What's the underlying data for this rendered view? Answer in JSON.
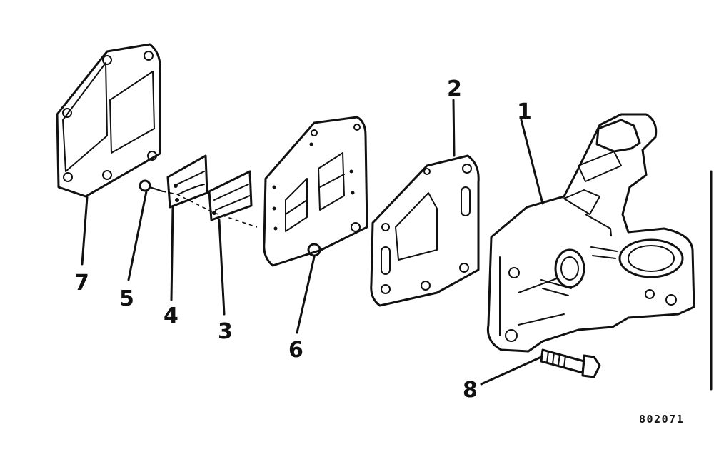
{
  "callouts": {
    "c1": "1",
    "c2": "2",
    "c3": "3",
    "c4": "4",
    "c5": "5",
    "c6": "6",
    "c7": "7",
    "c8": "8"
  },
  "figure_code": "802071",
  "colors": {
    "ink": "#111111",
    "paper": "#ffffff"
  }
}
